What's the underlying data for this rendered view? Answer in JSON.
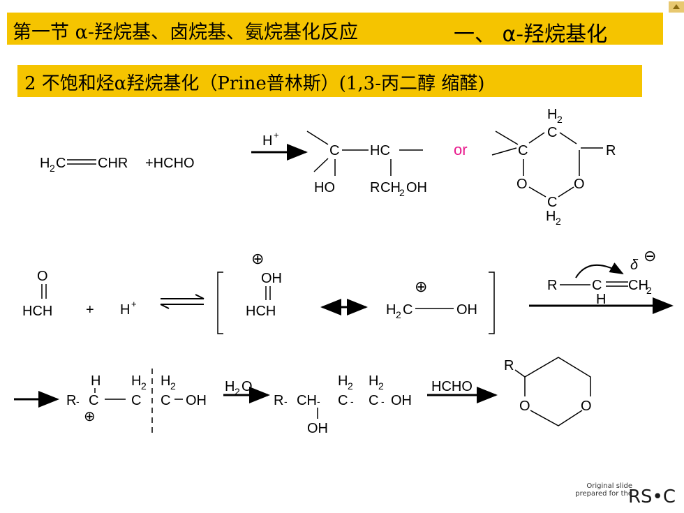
{
  "header": {
    "title": "第一节 α-羟烷基、卤烷基、氨烷基化反应",
    "section": "一、 α-羟烷基化"
  },
  "subtitle": "2 不饱和烃α羟烷基化（Prine普林斯）(1,3-丙二醇  缩醛)",
  "reaction1": {
    "reactant_left": "H",
    "reactant_left_sub": "2",
    "reactant_left_rest": "C",
    "reactant_right": "CHR",
    "plus_hcho": "+HCHO",
    "catalyst": "H",
    "catalyst_sup": "+",
    "product1": {
      "c": "C",
      "hc": "HC",
      "ho": "HO",
      "r": "R",
      "ch": "CH",
      "sub2": "2",
      "oh": "OH"
    },
    "or": "or",
    "product2": {
      "h": "H",
      "sub2": "2",
      "c": "C",
      "r": "R",
      "o": "O"
    }
  },
  "mechanism": {
    "o": "O",
    "hch": "HCH",
    "plus": "+",
    "h": "H",
    "sup_plus": "+",
    "oh": "OH",
    "h2c": "H",
    "sub2": "2",
    "c": "C",
    "r": "R",
    "ch2": "CH",
    "delta": "δ",
    "oplus": "⊕",
    "ominus": "⊖"
  },
  "step3": {
    "r": "R",
    "h": "H",
    "c": "C",
    "h2": "H",
    "sub2": "2",
    "oh": "OH",
    "h2o": "H",
    "h2o_sub": "2",
    "h2o_o": "O",
    "ch": "CH",
    "hcho": "HCHO",
    "o": "O"
  },
  "credit": {
    "line1": "Original slide",
    "line2": "prepared for the",
    "logo": "RS•C"
  }
}
